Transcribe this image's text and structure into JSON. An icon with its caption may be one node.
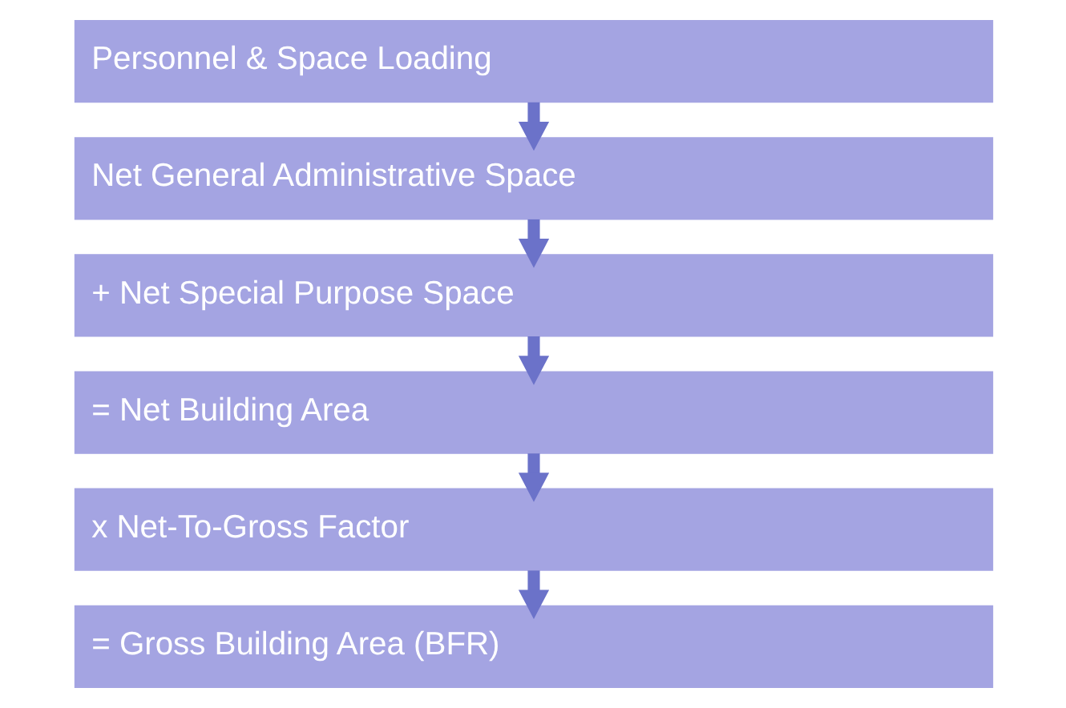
{
  "diagram": {
    "nodes": [
      {
        "text": [
          "Personnel & Space Loading"
        ]
      },
      {
        "text": [
          "Net General Administrative Space"
        ]
      },
      {
        "text": [
          "+ Net Special Purpose Space"
        ]
      },
      {
        "text": [
          "= Net Building Area"
        ]
      },
      {
        "text": [
          "x Net-To-Gross Factor"
        ]
      },
      {
        "text": [
          "= Gross Building Area (BFR)"
        ]
      }
    ],
    "edges": [
      {
        "from": 0,
        "to": 1,
        "arrow": "to"
      },
      {
        "from": 1,
        "to": 2,
        "arrow": "to"
      },
      {
        "from": 2,
        "to": 3,
        "arrow": "to"
      },
      {
        "from": 3,
        "to": 4,
        "arrow": "to"
      },
      {
        "from": 4,
        "to": 5,
        "arrow": "to"
      }
    ]
  }
}
